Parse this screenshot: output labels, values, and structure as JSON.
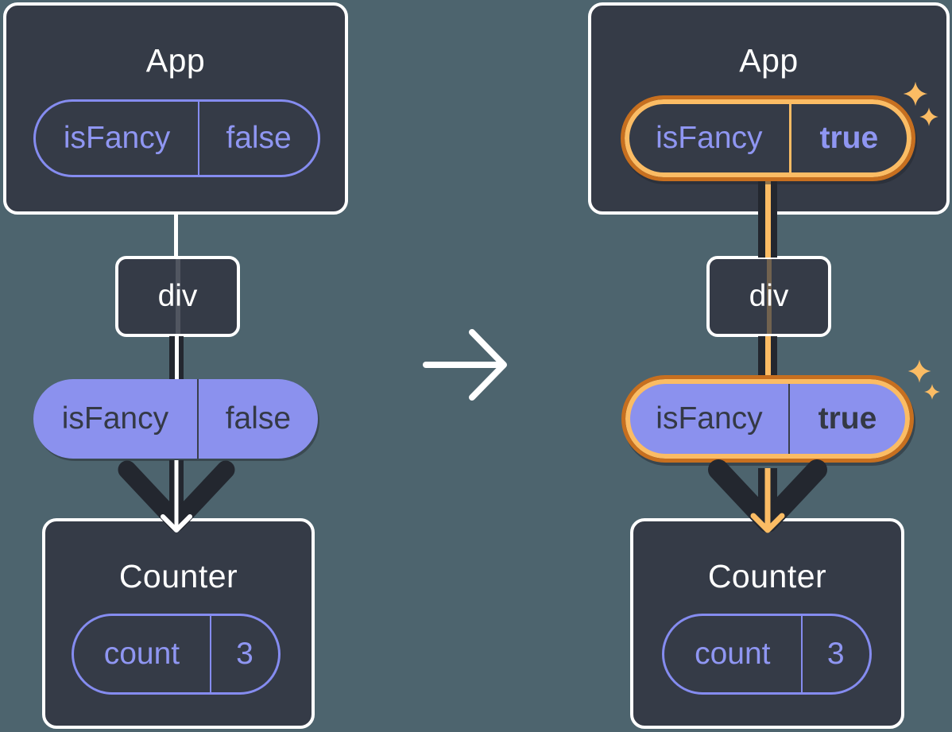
{
  "colors": {
    "background": "#4D646E",
    "box_fill": "#353B47",
    "box_border": "#FFFFFF",
    "purple_fill": "#8B91EE",
    "purple_outline": "#858CF0",
    "dark_ink": "#23272F",
    "highlight_orange_light": "#FBBC64",
    "highlight_orange_dark": "#C76F1F"
  },
  "middle": {
    "icon": "arrow-right-icon"
  },
  "left": {
    "app": {
      "title": "App",
      "state": {
        "key": "isFancy",
        "value": "false"
      }
    },
    "div_node": {
      "label": "div"
    },
    "prop": {
      "key": "isFancy",
      "value": "false"
    },
    "counter": {
      "title": "Counter",
      "state": {
        "key": "count",
        "value": "3"
      }
    }
  },
  "right": {
    "app": {
      "title": "App",
      "state": {
        "key": "isFancy",
        "value": "true"
      }
    },
    "div_node": {
      "label": "div"
    },
    "prop": {
      "key": "isFancy",
      "value": "true"
    },
    "counter": {
      "title": "Counter",
      "state": {
        "key": "count",
        "value": "3"
      }
    },
    "sparkle_icon": "sparkle-icon"
  }
}
